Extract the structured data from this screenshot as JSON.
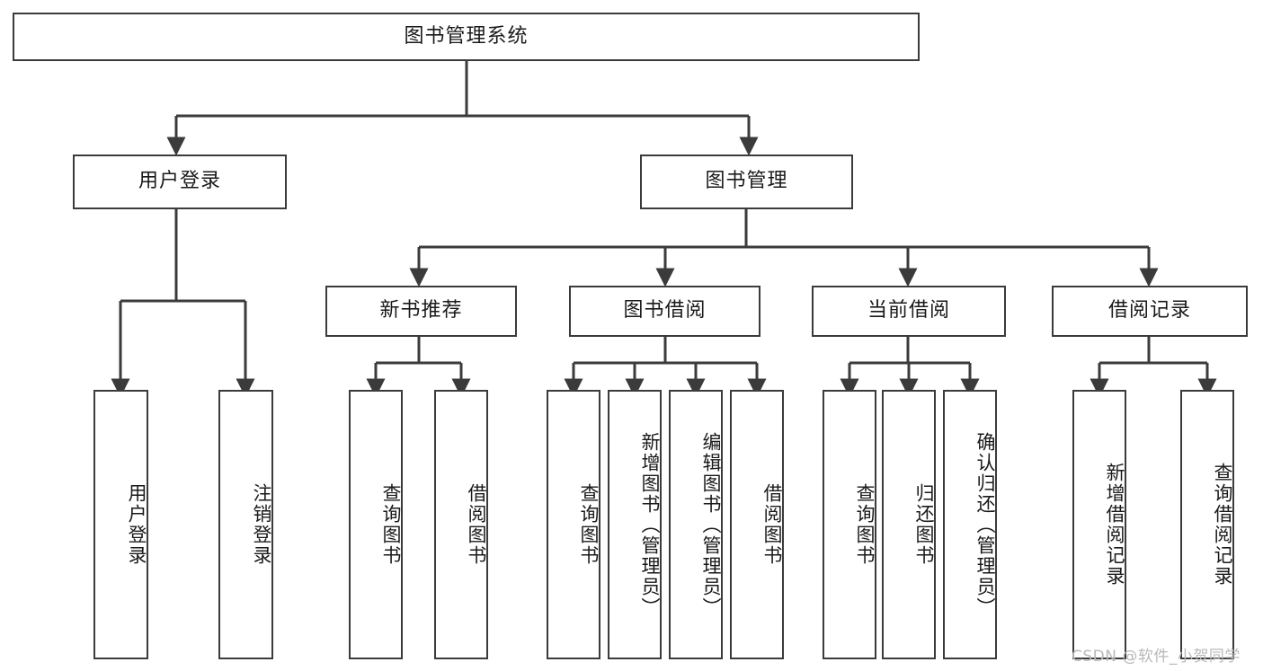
{
  "diagram": {
    "title": "图书管理系统",
    "type": "tree-hierarchy",
    "root": {
      "id": "root",
      "label": "图书管理系统"
    },
    "level1": [
      {
        "id": "user-login",
        "label": "用户登录"
      },
      {
        "id": "book-management",
        "label": "图书管理"
      }
    ],
    "level2": [
      {
        "id": "new-book-recommend",
        "label": "新书推荐",
        "parent": "book-management"
      },
      {
        "id": "book-borrow",
        "label": "图书借阅",
        "parent": "book-management"
      },
      {
        "id": "current-borrow",
        "label": "当前借阅",
        "parent": "book-management"
      },
      {
        "id": "borrow-record",
        "label": "借阅记录",
        "parent": "book-management"
      }
    ],
    "leaves": [
      {
        "id": "leaf-user-login",
        "label": "用户登录",
        "parent": "user-login"
      },
      {
        "id": "leaf-logout-login",
        "label": "注销登录",
        "parent": "user-login"
      },
      {
        "id": "leaf-query-book-1",
        "label": "查询图书",
        "parent": "new-book-recommend"
      },
      {
        "id": "leaf-borrow-book-1",
        "label": "借阅图书",
        "parent": "new-book-recommend"
      },
      {
        "id": "leaf-query-book-2",
        "label": "查询图书",
        "parent": "book-borrow"
      },
      {
        "id": "leaf-add-book",
        "label": "新增图书（管理员）",
        "parent": "book-borrow"
      },
      {
        "id": "leaf-edit-book",
        "label": "编辑图书（管理员）",
        "parent": "book-borrow"
      },
      {
        "id": "leaf-borrow-book-2",
        "label": "借阅图书",
        "parent": "book-borrow"
      },
      {
        "id": "leaf-query-book-3",
        "label": "查询图书",
        "parent": "current-borrow"
      },
      {
        "id": "leaf-return-book",
        "label": "归还图书",
        "parent": "current-borrow"
      },
      {
        "id": "leaf-confirm-return",
        "label": "确认归还（管理员）",
        "parent": "current-borrow"
      },
      {
        "id": "leaf-add-record",
        "label": "新增借阅记录",
        "parent": "borrow-record"
      },
      {
        "id": "leaf-query-record",
        "label": "查询借阅记录",
        "parent": "borrow-record"
      }
    ],
    "watermark": "CSDN @软件_小贺同学",
    "colors": {
      "stroke": "#3b3b3b",
      "background": "#ffffff",
      "text": "#1a1a1a",
      "watermark": "#b9b9b9"
    }
  }
}
